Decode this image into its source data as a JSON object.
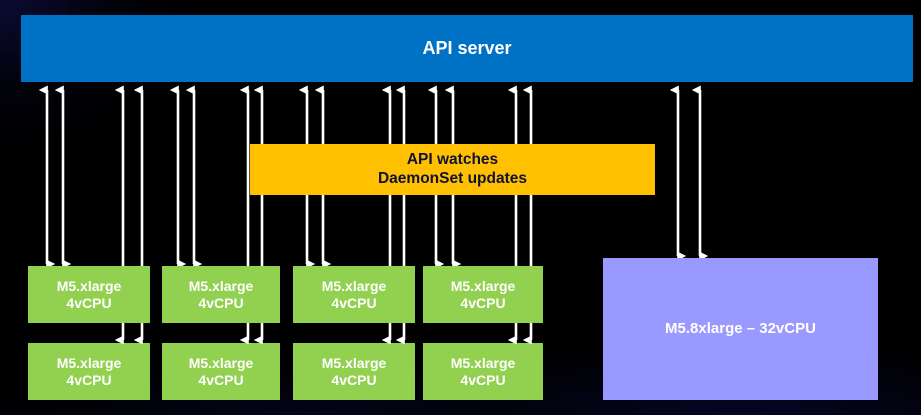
{
  "diagram": {
    "title_box": {
      "label": "API server",
      "color": "#0072C6"
    },
    "watches_box": {
      "line1": "API watches",
      "line2": "DaemonSet updates",
      "color": "#FFC000"
    },
    "nodes": [
      {
        "line1": "M5.xlarge",
        "line2": "4vCPU"
      },
      {
        "line1": "M5.xlarge",
        "line2": "4vCPU"
      },
      {
        "line1": "M5.xlarge",
        "line2": "4vCPU"
      },
      {
        "line1": "M5.xlarge",
        "line2": "4vCPU"
      },
      {
        "line1": "M5.xlarge",
        "line2": "4vCPU"
      },
      {
        "line1": "M5.xlarge",
        "line2": "4vCPU"
      },
      {
        "line1": "M5.xlarge",
        "line2": "4vCPU"
      },
      {
        "line1": "M5.xlarge",
        "line2": "4vCPU"
      }
    ],
    "node_color": "#92D050",
    "big_node": {
      "label": "M5.8xlarge – 32vCPU",
      "color": "#9999FF"
    },
    "background_color": "#000000",
    "arrow_color": "#FFFFFF"
  }
}
